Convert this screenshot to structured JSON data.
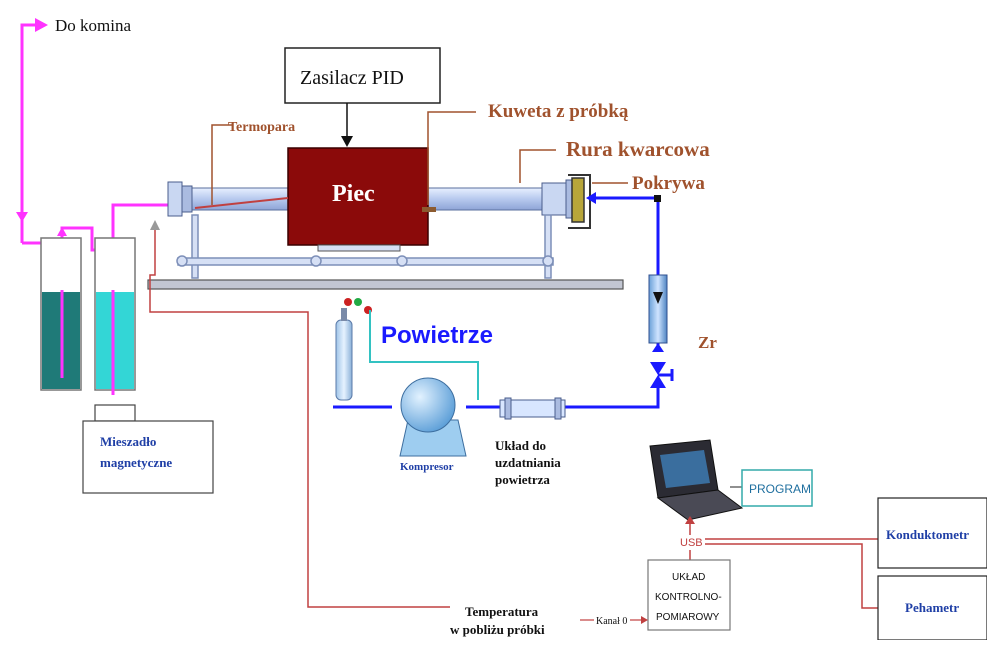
{
  "labels": {
    "do_komina": "Do komina",
    "zasilacz": "Zasilacz PID",
    "kuweta": "Kuweta z próbką",
    "termopara": "Termopara",
    "rura": "Rura  kwarcowa",
    "pokrywa": "Pokrywa",
    "piec": "Piec",
    "powietrze": "Powietrze",
    "zr": "Zr",
    "mieszadlo_1": "Mieszadło",
    "mieszadlo_2": "magnetyczne",
    "kompresor": "Kompresor",
    "uklad_1": "Układ do",
    "uklad_2": "uzdatniania",
    "uklad_3": "powietrza",
    "program": "PROGRAM",
    "usb": "USB",
    "konduktometr": "Konduktometr",
    "pehametr": "Pehametr",
    "ukl_kontrol_1": "UKŁAD",
    "ukl_kontrol_2": "KONTROLNO-",
    "ukl_kontrol_3": "POMIAROWY",
    "kanal": "Kanał 0",
    "temp_1": "Temperatura",
    "temp_2": "w pobliżu próbki"
  },
  "colors": {
    "exhaust_line": "#ff33ff",
    "air_line": "#1a1aff",
    "thermo_line": "#c04040",
    "furnace": "#8b0a0a",
    "label_brown": "#a0522d",
    "label_blue": "#1f3fa6",
    "liquid_dark": "#1f7a78",
    "liquid_light": "#33d6d6",
    "steel": "#b0c4de"
  },
  "icons": {
    "gas_cylinder": "gas-cylinder-icon",
    "laptop": "laptop-icon",
    "compressor": "compressor-icon",
    "rotameter": "rotameter-icon",
    "valve": "valve-icon"
  }
}
